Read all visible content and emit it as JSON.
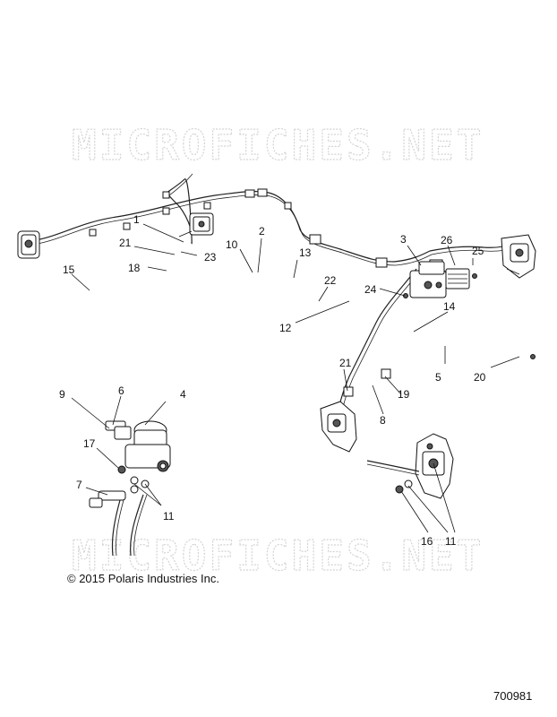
{
  "watermark": "MICROFICHES.NET",
  "copyright": "© 2015 Polaris Industries Inc.",
  "reference_number": "700981",
  "callouts": {
    "c1": "1",
    "c2": "2",
    "c3": "3",
    "c4": "4",
    "c5": "5",
    "c6": "6",
    "c7": "7",
    "c8": "8",
    "c9": "9",
    "c10": "10",
    "c11a": "11",
    "c11b": "11",
    "c12": "12",
    "c13": "13",
    "c14": "14",
    "c15": "15",
    "c16": "16",
    "c17": "17",
    "c18": "18",
    "c19": "19",
    "c20": "20",
    "c21a": "21",
    "c21b": "21",
    "c22": "22",
    "c23": "23",
    "c24": "24",
    "c25": "25",
    "c26": "26"
  }
}
